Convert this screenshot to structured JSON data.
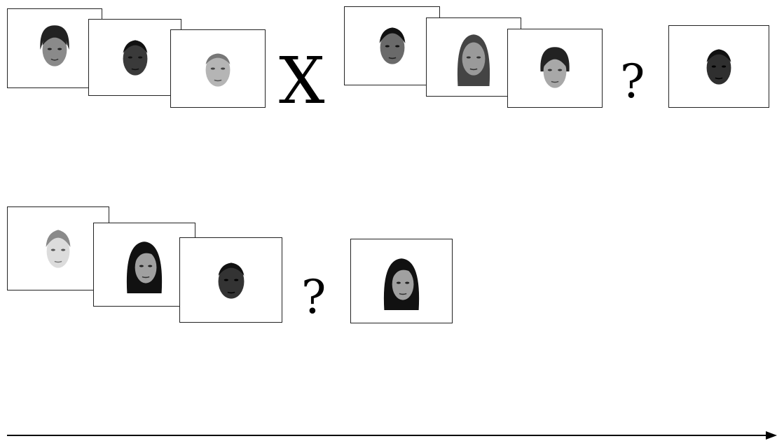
{
  "rows": [
    {
      "sequence_a": [
        {
          "face": "asian-female-short-hair",
          "tone": "light"
        },
        {
          "face": "black-male",
          "tone": "dark"
        },
        {
          "face": "white-male-bald",
          "tone": "light"
        }
      ],
      "operator": "X",
      "sequence_b": [
        {
          "face": "south-asian-male",
          "tone": "medium"
        },
        {
          "face": "white-female-long-hair",
          "tone": "light"
        },
        {
          "face": "latina-female",
          "tone": "light"
        }
      ],
      "query": "?",
      "answer": {
        "face": "black-male",
        "tone": "dark"
      }
    },
    {
      "sequence": [
        {
          "face": "white-female-hair-up",
          "tone": "very-light"
        },
        {
          "face": "asian-female-long-hair",
          "tone": "light"
        },
        {
          "face": "black-male",
          "tone": "dark"
        }
      ],
      "query": "?",
      "answer": {
        "face": "asian-female-long-hair",
        "tone": "light"
      }
    }
  ],
  "timeline": {
    "arrow": "time-axis-arrow"
  }
}
